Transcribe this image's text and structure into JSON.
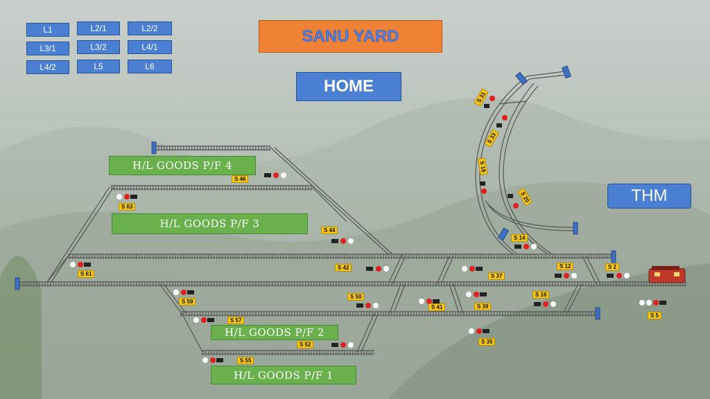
{
  "header": {
    "title": "SANU YARD",
    "home_label": "HOME",
    "thm_label": "THM"
  },
  "line_buttons": [
    "L1",
    "L2/1",
    "L2/2",
    "L3/1",
    "L3/2",
    "L4/1",
    "L4/2",
    "L5",
    "L6"
  ],
  "platforms": {
    "pf4": "H/L GOODS P/F 4",
    "pf3": "H/L GOODS P/F 3",
    "pf2": "H/L GOODS P/F 2",
    "pf1": "H/L GOODS P/F 1"
  },
  "signals": {
    "s2": "S 2",
    "s5": "S 5",
    "s12": "S 12",
    "s14": "S 14",
    "s16": "S 16",
    "s18": "S 18",
    "s20": "S 20",
    "s31": "S 31",
    "s33": "S 33",
    "s35": "S 35",
    "s37": "S 37",
    "s39": "S 39",
    "s41": "S 41",
    "s42": "S 42",
    "s44": "S 44",
    "s46": "S 46",
    "s50": "S 50",
    "s52": "S 52",
    "s55": "S 55",
    "s57": "S 57",
    "s59": "S 59",
    "s61": "S 61",
    "s63": "S 63"
  },
  "colors": {
    "button_blue": "#4a7fd1",
    "title_orange": "#f08236",
    "platform_green": "#6ab04c",
    "signal_tag_yellow": "#f7c61a",
    "signal_red": "#e02020"
  }
}
